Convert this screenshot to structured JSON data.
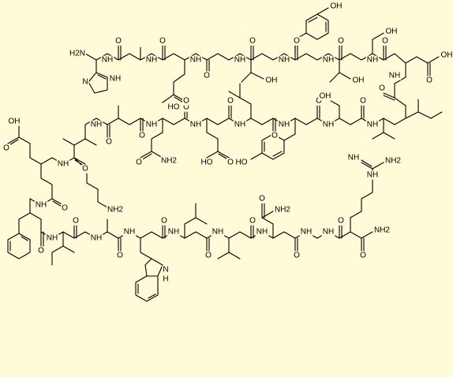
{
  "background_color": "#fffbd8",
  "line_color": "#000000",
  "atom_labels": {
    "n_terminus": "H2N",
    "nh": "NH",
    "n_h": "N",
    "h": "H",
    "oh": "OH",
    "hydroxyl_o": "OH",
    "carboxylic_acid": "OH",
    "acid": "HO",
    "amide_nh2": "NH2",
    "amine": "NH2",
    "imino": "NH",
    "guanidine_nh2": "NH2",
    "carbonyl_o": "O",
    "ho_phenol": "HO",
    "indole_nh": "H",
    "aromatic_n": "N"
  }
}
